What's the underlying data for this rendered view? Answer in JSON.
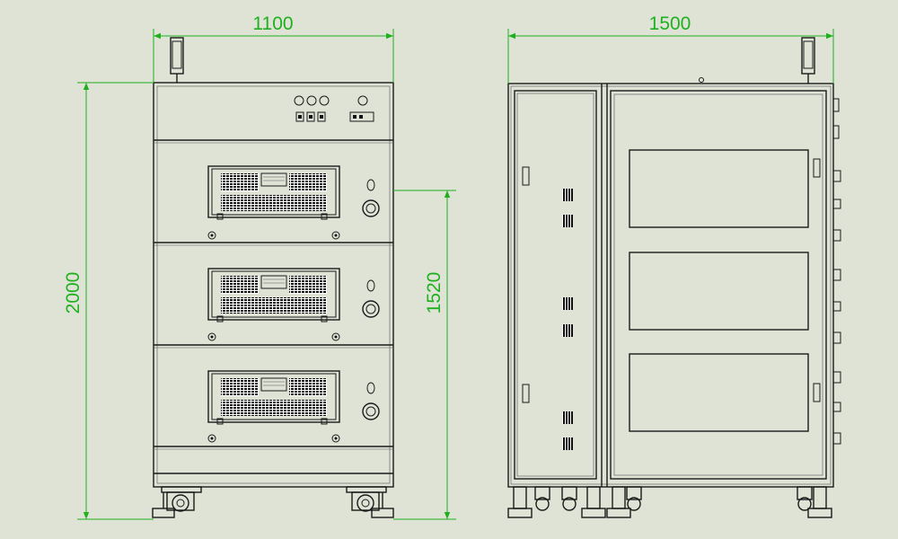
{
  "dimensions": {
    "front_width": "1100",
    "total_height": "2000",
    "module_height": "1520",
    "side_depth": "1500"
  },
  "colors": {
    "background": "#dfe3d6",
    "dimension": "#1fb01f",
    "drawing": "#1a1a1a"
  }
}
